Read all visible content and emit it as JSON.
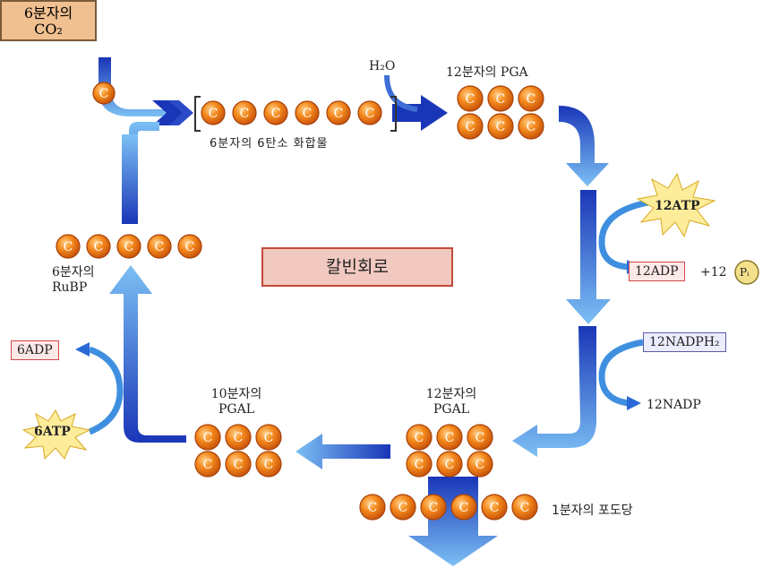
{
  "co2_box": {
    "line1": "6분자의",
    "line2": "CO₂"
  },
  "h2o": "H₂O",
  "carbon_symbol": "C",
  "six_carbon": {
    "label": "6분자의 6탄소 화합물"
  },
  "pga": {
    "label": "12분자의 PGA"
  },
  "atp_right": "12ATP",
  "adp_right": "12ADP",
  "plus_pi": "+12",
  "pi_symbol": "Pᵢ",
  "nadph": "12NADPH₂",
  "nadp": "12NADP",
  "pgal12": {
    "line1": "12분자의",
    "line2": "PGAL"
  },
  "pgal10": {
    "line1": "10분자의",
    "line2": "PGAL"
  },
  "glucose": "1분자의 포도당",
  "rubp": {
    "line1": "6분자의",
    "line2": "RuBP"
  },
  "adp_left": "6ADP",
  "atp_left": "6ATP",
  "cycle_title": "칼빈회로",
  "colors": {
    "arrow_dark": "#1535b5",
    "arrow_light": "#6cb4f0",
    "carbon_fill": "#f07a14",
    "carbon_stroke": "#a8420a",
    "starburst": "#fdec9a"
  }
}
